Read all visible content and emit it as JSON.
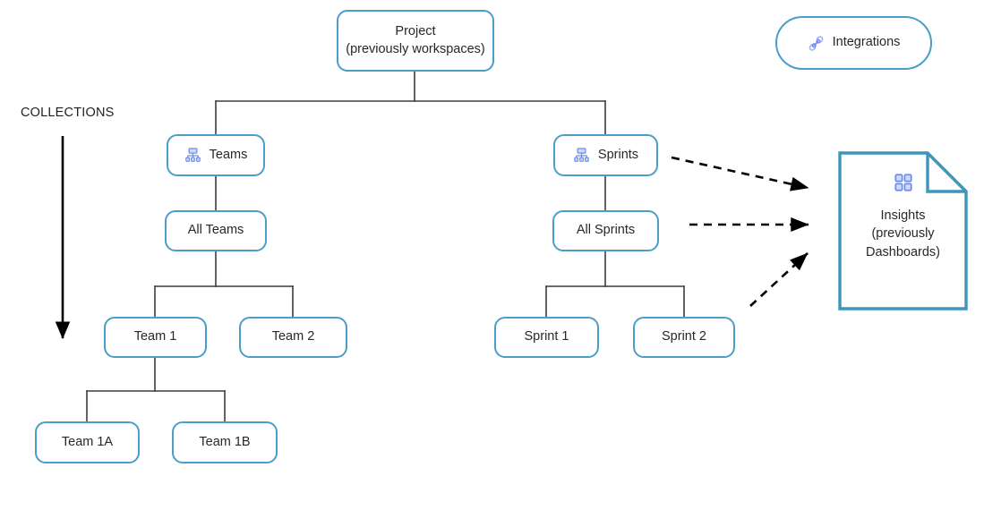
{
  "diagram": {
    "axis": {
      "label": "COLLECTIONS",
      "direction": "down",
      "arrow_color": "#000000"
    },
    "colors": {
      "node_border": "#4a9ec9",
      "node_fill": "#ffffff",
      "connector": "#3d3d3d",
      "icon_blue": "#6c8cf0",
      "icon_light": "#aebff7",
      "text": "#25282b",
      "dashed_arrow": "#000000"
    },
    "nodes": {
      "project": {
        "label": "Project\n(previously workspaces)"
      },
      "integrations": {
        "label": "Integrations",
        "icon": "link-icon"
      },
      "teams": {
        "label": "Teams",
        "icon": "org-chart-icon"
      },
      "sprints": {
        "label": "Sprints",
        "icon": "org-chart-icon"
      },
      "all_teams": {
        "label": "All Teams"
      },
      "all_sprints": {
        "label": "All Sprints"
      },
      "team_1": {
        "label": "Team 1"
      },
      "team_2": {
        "label": "Team 2"
      },
      "sprint_1": {
        "label": "Sprint 1"
      },
      "sprint_2": {
        "label": "Sprint 2"
      },
      "team_1a": {
        "label": "Team 1A"
      },
      "team_1b": {
        "label": "Team 1B"
      },
      "insights": {
        "label": "Insights\n(previously\nDashboards)",
        "icon": "grid-2x2-icon",
        "shape": "document"
      }
    },
    "edges": [
      {
        "from": "project",
        "to": "teams",
        "style": "solid"
      },
      {
        "from": "project",
        "to": "sprints",
        "style": "solid"
      },
      {
        "from": "teams",
        "to": "all_teams",
        "style": "solid"
      },
      {
        "from": "all_teams",
        "to": "team_1",
        "style": "solid"
      },
      {
        "from": "all_teams",
        "to": "team_2",
        "style": "solid"
      },
      {
        "from": "team_1",
        "to": "team_1a",
        "style": "solid"
      },
      {
        "from": "team_1",
        "to": "team_1b",
        "style": "solid"
      },
      {
        "from": "sprints",
        "to": "all_sprints",
        "style": "solid"
      },
      {
        "from": "all_sprints",
        "to": "sprint_1",
        "style": "solid"
      },
      {
        "from": "all_sprints",
        "to": "sprint_2",
        "style": "solid"
      },
      {
        "from": "sprints",
        "to": "insights",
        "style": "dashed"
      },
      {
        "from": "all_sprints",
        "to": "insights",
        "style": "dashed"
      },
      {
        "from": "sprint_2",
        "to": "insights",
        "style": "dashed"
      }
    ]
  }
}
